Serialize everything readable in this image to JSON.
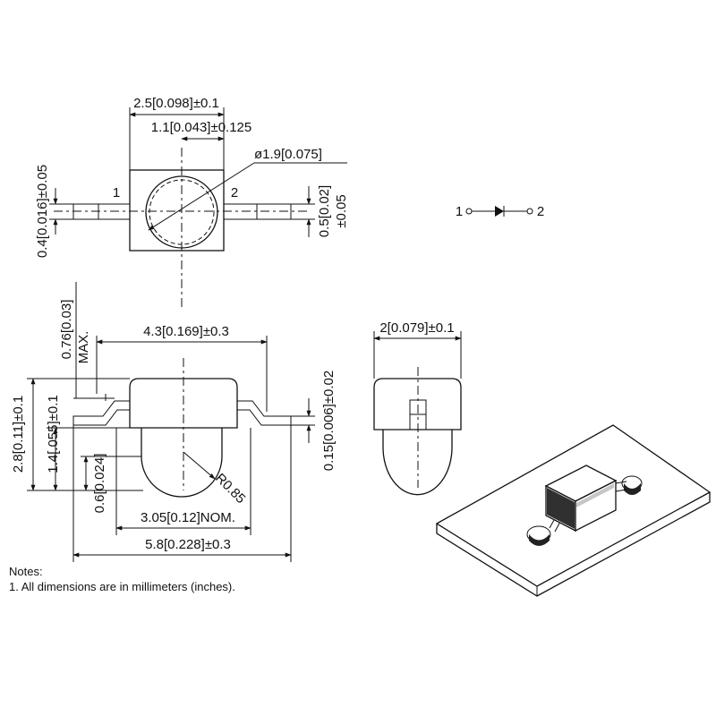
{
  "top_view": {
    "dim_width": "2.5[0.098]±0.1",
    "dim_lens_offset": "1.1[0.043]±0.125",
    "dim_lens_diameter": "ø1.9[0.075]",
    "dim_lead_thickness": "0.4[0.016]±0.05",
    "dim_lead_width_a": "0.5[0.02]",
    "dim_lead_width_b": "±0.05",
    "pin_1": "1",
    "pin_2": "2"
  },
  "schematic": {
    "pin_1": "1",
    "pin_2": "2"
  },
  "front_view": {
    "dim_body_width": "4.3[0.169]±0.3",
    "dim_max_height_a": "0.76[0.03]",
    "dim_max_height_b": "MAX.",
    "dim_total_height": "2.8[0.11]±0.1",
    "dim_body_height": "1.4[.055]±0.1",
    "dim_lens_height": "0.6[0.024]",
    "dim_radius": "R0.85",
    "dim_nominal_span": "3.05[0.12]NOM.",
    "dim_overall_length": "5.8[0.228]±0.3",
    "dim_lead_gauge": "0.15[0.006]±0.02"
  },
  "side_view": {
    "dim_width": "2[0.079]±0.1"
  },
  "notes": {
    "heading": "Notes:",
    "items": [
      "1. All dimensions are in millimeters (inches)."
    ]
  }
}
